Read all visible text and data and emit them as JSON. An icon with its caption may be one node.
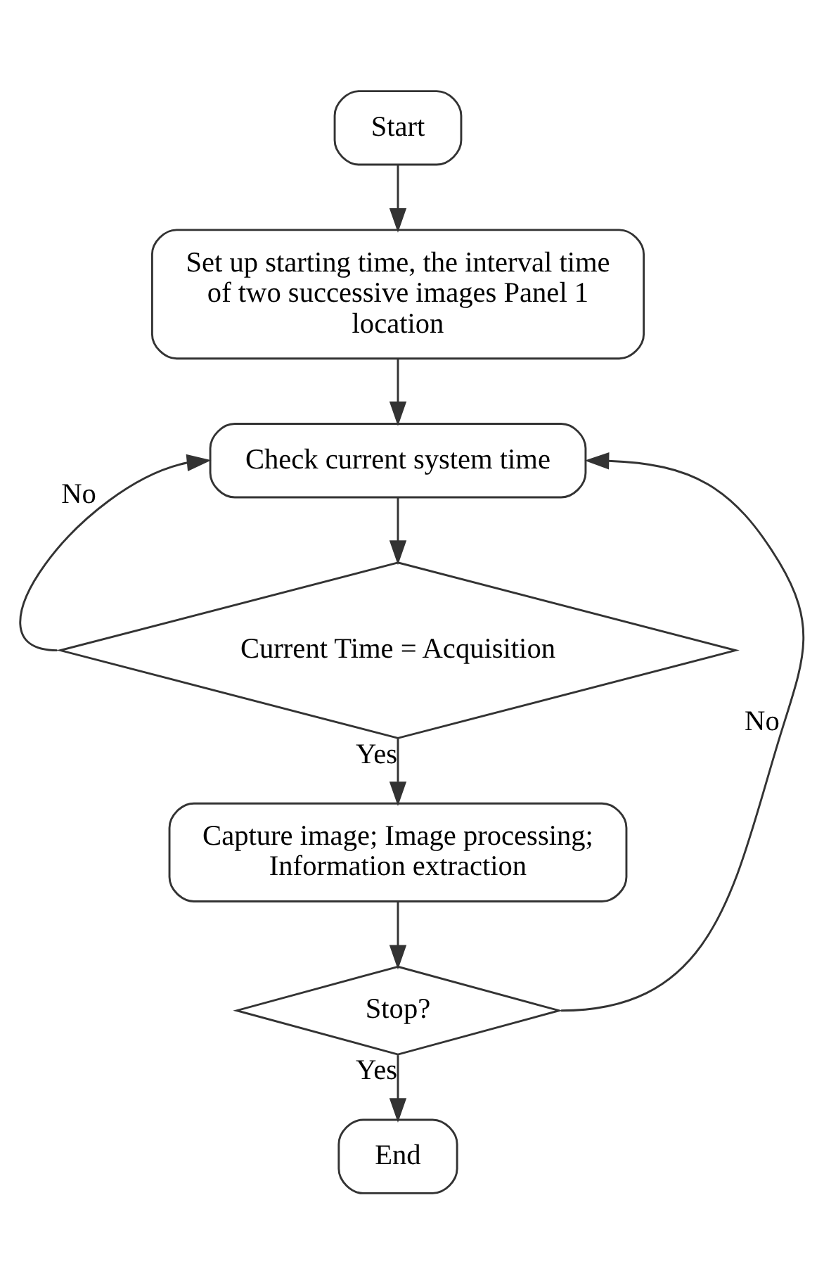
{
  "diagram": {
    "nodes": [
      {
        "text": [
          "Start"
        ]
      },
      {
        "text": [
          "Set up starting time, the interval time of two successive images Panel 1 location"
        ]
      },
      {
        "text": [
          "Check current system time"
        ]
      },
      {
        "text": [
          "Current Time = Acquisition"
        ]
      },
      {
        "text": [
          "Capture image; Image processing; Information extraction"
        ]
      },
      {
        "text": [
          "Stop?"
        ]
      },
      {
        "text": [
          "End"
        ]
      }
    ],
    "edges": [
      {
        "from": 0,
        "to": 1,
        "arrow": "to"
      },
      {
        "from": 1,
        "to": 2,
        "arrow": "to"
      },
      {
        "from": 2,
        "to": 3,
        "arrow": "to"
      },
      {
        "from": 3,
        "to": 2,
        "arrow": "to",
        "label": "No"
      },
      {
        "from": 3,
        "to": 4,
        "arrow": "to",
        "label": "Yes"
      },
      {
        "from": 4,
        "to": 5,
        "arrow": "to"
      },
      {
        "from": 5,
        "to": 2,
        "arrow": "to",
        "label": "No"
      },
      {
        "from": 5,
        "to": 6,
        "arrow": "to",
        "label": "Yes"
      }
    ]
  }
}
